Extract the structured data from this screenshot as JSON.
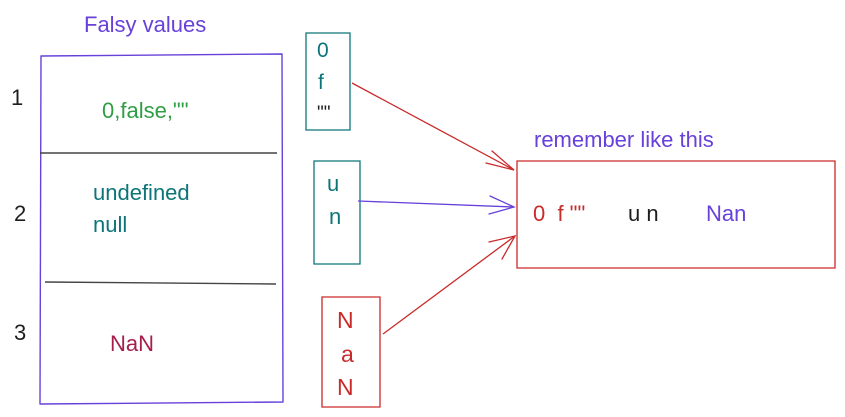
{
  "title": "Falsy values",
  "colors": {
    "purple": "#6741d9",
    "green": "#2f9e44",
    "teal": "#0c7579",
    "red": "#c92a2a",
    "maroon": "#a61e4d",
    "dark": "#1e1e1e",
    "gray": "#555555"
  },
  "rows": [
    {
      "number": "1",
      "content": [
        "0,false,\"\""
      ]
    },
    {
      "number": "2",
      "content": [
        "undefined",
        "null"
      ]
    },
    {
      "number": "3",
      "content": [
        "NaN"
      ]
    }
  ],
  "mnemonic_boxes": {
    "box1": [
      "0",
      "f",
      "\"\""
    ],
    "box2": [
      "u",
      "n"
    ],
    "box3": [
      "N",
      "a",
      "N"
    ]
  },
  "summary": {
    "label": "remember like this",
    "part1": "0  f \"\"",
    "part2": "u n",
    "part3": "Nan"
  }
}
